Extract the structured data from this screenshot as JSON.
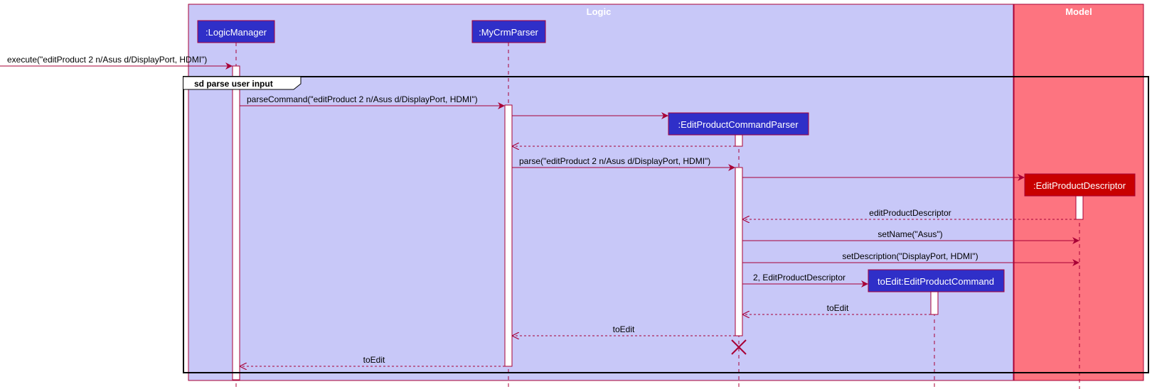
{
  "colors": {
    "logic_group_fill": "#c8c8f8",
    "model_group_fill": "#fd7480",
    "group_border": "#a80036",
    "participant_logic_fill": "#2f2fc8",
    "participant_model_fill": "#c80000",
    "participant_border": "#a80036",
    "line": "#a80036",
    "frame_border": "#000000",
    "text_on_participant": "#ffffff"
  },
  "groups": {
    "logic": "Logic",
    "model": "Model"
  },
  "participants": {
    "logic_manager": ":LogicManager",
    "mycrm_parser": ":MyCrmParser",
    "edit_product_command_parser": ":EditProductCommandParser",
    "edit_product_descriptor": ":EditProductDescriptor",
    "edit_product_command": "toEdit:EditProductCommand"
  },
  "frame": {
    "title": "sd parse user input"
  },
  "messages": {
    "execute": "execute(\"editProduct 2 n/Asus d/DisplayPort, HDMI\")",
    "parse_command": "parseCommand(\"editProduct 2 n/Asus d/DisplayPort, HDMI\")",
    "parse": "parse(\"editProduct 2 n/Asus d/DisplayPort, HDMI\")",
    "return_descriptor": "editProductDescriptor",
    "set_name": "setName(\"Asus\")",
    "set_description": "setDescription(\"DisplayPort, HDMI\")",
    "create_command": "2, EditProductDescriptor",
    "return_to_edit_1": "toEdit",
    "return_to_edit_2": "toEdit",
    "return_to_edit_3": "toEdit"
  }
}
